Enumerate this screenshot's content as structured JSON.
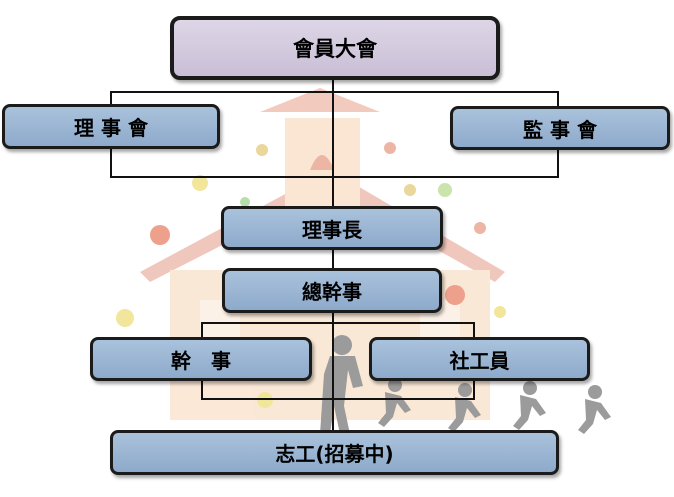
{
  "org_chart": {
    "general_assembly": "會員大會",
    "board_of_directors": "理 事 會",
    "board_of_supervisors": "監 事 會",
    "chairman": "理事長",
    "secretary_general": "總幹事",
    "officer": "幹　事",
    "social_worker": "社工員",
    "volunteers": "志工(招募中)"
  },
  "colors": {
    "node_fill": "#9ab5d4",
    "top_node_fill": "#d3cbdf",
    "border": "#1b1b1b",
    "connector": "#111111"
  }
}
